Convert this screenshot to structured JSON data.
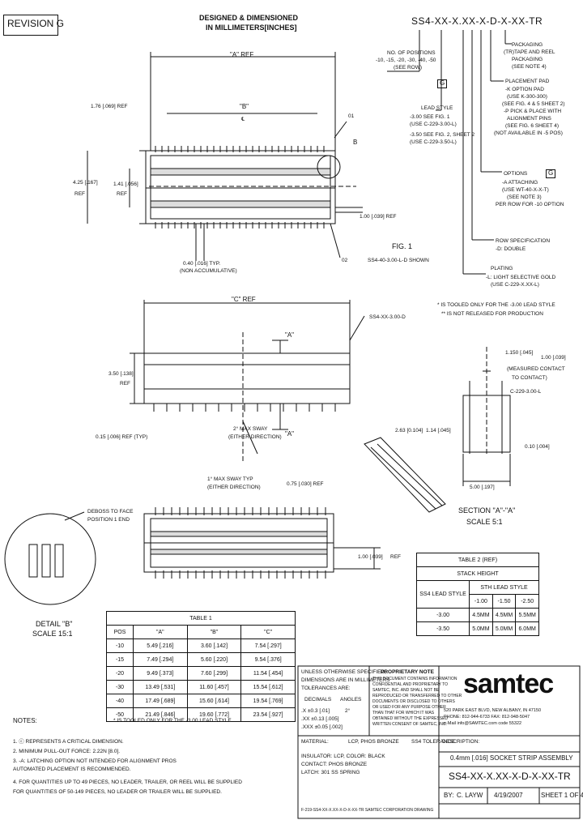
{
  "revision": "REVISION G",
  "header": {
    "title_line1": "DESIGNED & DIMENSIONED",
    "title_line2": "IN MILLIMETERS[INCHES]"
  },
  "part_code": "SS4-XX-X.XX-X-D-X-XX-TR",
  "ordering": {
    "no_positions": [
      "NO. OF POSITIONS",
      "-10, -15, -20, -30, -40, -50",
      "(SEE ROW)"
    ],
    "lead_style": [
      "LEAD STYLE",
      "-3.00 SEE FIG. 1",
      "(USE C-229-3.00-L)",
      "-3.50 SEE FIG. 2, SHEET 2",
      "(USE C-229-3.50-L)"
    ],
    "packaging": [
      "PACKAGING",
      "(TR)TAPE AND REEL",
      "PACKAGING",
      "(SEE NOTE 4)"
    ],
    "placement_pad": [
      "PLACEMENT PAD",
      "-K OPTION PAD",
      "(USE K-300-300)",
      "(SEE FIG. 4 & 5 SHEET 2)",
      "-P PICK & PLACE WITH",
      "ALIGNMENT PINS",
      "(SEE FIG. 6 SHEET 4)",
      "(NOT AVAILABLE IN -5 POS)"
    ],
    "options": [
      "OPTIONS",
      "-A ATTACHING",
      "(USE WT-40-X-X-T)",
      "(SEE NOTE 3)",
      "PER ROW FOR -10 OPTION"
    ],
    "row_spec": [
      "ROW SPECIFICATION",
      "-D: DOUBLE"
    ],
    "plating": [
      "PLATING",
      "-L: LIGHT SELECTIVE GOLD",
      "(USE C-229-X.XX-L)"
    ],
    "notes_star": [
      "* IS TOOLED ONLY FOR THE -3.00 LEAD STYLE",
      "** IS NOT RELEASED FOR PRODUCTION"
    ],
    "g_box": "G"
  },
  "fig1": {
    "a_ref": "\"A\" REF",
    "b_label": "\"B\"",
    "dim_176": "1.76 [.069] REF",
    "dim_425": "4.25 [.167]",
    "ref": "REF",
    "dim_141": "1.41 [.056]",
    "ref2": "REF",
    "dim_100": "1.00 [.039] REF",
    "dim_040": "0.40 [.016] TYP.",
    "non_accum": "(NON ACCUMULATIVE)",
    "fig_label": "FIG. 1",
    "fig_sub": "SS4-40-3.00-L-D SHOWN",
    "label_b": "B",
    "label_01": "01",
    "label_02": "02",
    "cl": "℄"
  },
  "front_view": {
    "c_ref": "\"C\" REF",
    "a_top": "\"A\"",
    "a_bot": "\"A\"",
    "dim_350": "3.50 [.138]",
    "ref": "REF",
    "dim_015": "0.15 [.006] REF (TYP)",
    "sway": "2° MAX SWAY",
    "sway2": "(EITHER DIRECTION)",
    "callout": "SS4-XX-3.00-D"
  },
  "section": {
    "dim_1150": "1.150 [.045]",
    "dim_1150b": "1.00 [.039]",
    "measured": "(MEASURED CONTACT",
    "measured2": "TO CONTACT)",
    "c229": "C-229-3.00-L",
    "dim_263": "2.63 [0.104]",
    "dim_263b": "1.14 [.045]",
    "dim_010": "0.10 [.004]",
    "dim_500": "5.00 [.197]",
    "title": "SECTION \"A\"-\"A\"",
    "scale": "SCALE 5:1"
  },
  "top_view": {
    "sway": "1° MAX SWAY TYP",
    "sway2": "(EITHER DIRECTION)",
    "dim_075": "0.75 [.030] REF",
    "dim_100": "1.00 [.039]",
    "ref": "REF"
  },
  "detail": {
    "callout1": "DEBOSS TO FACE",
    "callout2": "POSITION 1 END",
    "title": "DETAIL \"B\"",
    "scale": "SCALE 15:1"
  },
  "table1": {
    "title": "TABLE 1",
    "headers": [
      "POS",
      "\"A\"",
      "\"B\"",
      "\"C\""
    ],
    "rows": [
      [
        "-10",
        "5.49 [.216]",
        "3.60 [.142]",
        "7.54 [.297]"
      ],
      [
        "-15",
        "7.49 [.294]",
        "5.60 [.220]",
        "9.54 [.376]"
      ],
      [
        "-20",
        "9.49 [.373]",
        "7.60 [.299]",
        "11.54 [.454]"
      ],
      [
        "-30",
        "13.49 [.531]",
        "11.60 [.457]",
        "15.54 [.612]"
      ],
      [
        "-40",
        "17.49 [.689]",
        "15.60 [.614]",
        "19.54 [.769]"
      ],
      [
        "-50",
        "21.49 [.846]",
        "19.60 [.772]",
        "23.54 [.927]"
      ]
    ],
    "footnote": "* IS TOOLED ONLY FOR THE -3.00 LEAD STYLE"
  },
  "table2": {
    "title": "TABLE 2 (REF)",
    "subtitle": "STACK HEIGHT",
    "col_header": "SS4 LEAD STYLE",
    "header": "STH LEAD STYLE",
    "cols": [
      "-1.00",
      "-1.50",
      "-2.50"
    ],
    "rows": [
      [
        "-3.00",
        "4.5MM",
        "4.5MM",
        "5.5MM"
      ],
      [
        "-3.50",
        "5.0MM",
        "5.0MM",
        "6.0MM"
      ]
    ]
  },
  "notes": {
    "title": "NOTES:",
    "items": [
      "1. ⓒ REPRESENTS A CRITICAL DIMENSION.",
      "2. MINIMUM PULL-OUT FORCE: 2.22N [8.0].",
      "3. -A: LATCHING OPTION NOT INTENDED FOR ALIGNMENT PROS",
      "    AUTOMATED PLACEMENT IS RECOMMENDED.",
      "4. FOR QUANTITIES UP TO 49 PIECES, NO LEADER, TRAILER, OR REEL WILL BE SUPPLIED",
      "    FOR QUANTITIES OF 50-149 PIECES, NO LEADER OR TRAILER WILL BE SUPPLIED."
    ]
  },
  "title_block": {
    "tolerance_head": "UNLESS OTHERWISE SPECIFIED,",
    "tolerance_l2": "DIMENSIONS ARE IN MILLIMETERS",
    "tolerance_l3": "TOLERANCES ARE:",
    "decimal": "DECIMALS",
    "angles": "ANGLES",
    "tol_1": ".X ±0.3 [.01]",
    "tol_2": ".XX ±0.13 [.005]",
    "tol_3": ".XXX ±0.05 [.002]",
    "ang": "2°",
    "proprietary": "PROPRIETARY NOTE",
    "prop_lines": [
      "THIS DOCUMENT CONTAINS INFORMATION",
      "CONFIDENTIAL AND PROPRIETARY TO",
      "SAMTEC, INC. AND SHALL NOT BE",
      "REPRODUCED OR TRANSFERRED TO OTHER",
      "DOCUMENTS OR DISCLOSED TO OTHERS",
      "OR USED FOR ANY PURPOSE OTHER",
      "THAN THAT FOR WHICH IT WAS",
      "OBTAINED WITHOUT THE EXPRESSED",
      "WRITTEN CONSENT OF SAMTEC, INC."
    ],
    "logo": "samtec",
    "address": [
      "520 PARK EAST BLVD, NEW ALBANY, IN 47150",
      "PHONE: 812-944-6733  FAX: 812-948-5047",
      "e-Mail info@SAMTEC.com  code 55322"
    ],
    "material_label": "MATERIAL:",
    "material_1": "INSULATOR: LCP, COLOR: BLACK",
    "material_2": "CONTACT: PHOS BRONZE",
    "material_3": "LATCH: 301 SS SPRING",
    "material_head": "LCP, PHOS BRONZE",
    "fsc": "SS4 TOLERANCE",
    "description_label": "DESCRIPTION:",
    "description": "0.4mm [.016] SOCKET STRIP ASSEMBLY",
    "part": "SS4-XX-X.XX-X-D-X-XX-TR",
    "by_label": "BY:",
    "by": "C. LAYW",
    "date": "4/19/2007",
    "sheet": "SHEET 1 OF 4",
    "footer": "F-219-SS4-XX-X.XX-X-D-X-XX-TR    SAMTEC CORPORATION DRAWING"
  }
}
